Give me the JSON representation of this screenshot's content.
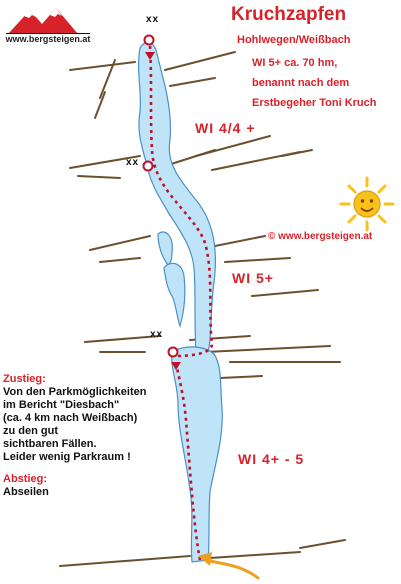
{
  "logo": {
    "url": "www.bergsteigen.at"
  },
  "title": "Kruchzapfen",
  "location": "Hohlwegen/Weißbach",
  "grade_info": "WI 5+   ca. 70 hm,",
  "named_after": "benannt nach dem",
  "first_ascender": "Erstbegeher Toni Kruch",
  "copyright": "© www.bergsteigen.at",
  "sections": [
    "WI  4/4 +",
    "WI  5+",
    "WI  4+  -  5"
  ],
  "anchor_label": "xx",
  "approach": {
    "heading": "Zustieg:",
    "lines": [
      "Von den Parkmöglichkeiten",
      "im Bericht \"Diesbach\"",
      "(ca. 4 km nach Weißbach)",
      "zu den gut",
      "sichtbaren Fällen.",
      "Leider wenig Parkraum !"
    ]
  },
  "descent": {
    "heading": "Abstieg:",
    "lines": [
      "Abseilen"
    ]
  },
  "colors": {
    "accent": "#d8222a",
    "ice_fill": "#bfe4f7",
    "ice_outline": "#4a90c8",
    "rock": "#6b5030",
    "route": "#c0102a",
    "approach_arrow": "#f0a020",
    "sun": "#f7c21a"
  }
}
